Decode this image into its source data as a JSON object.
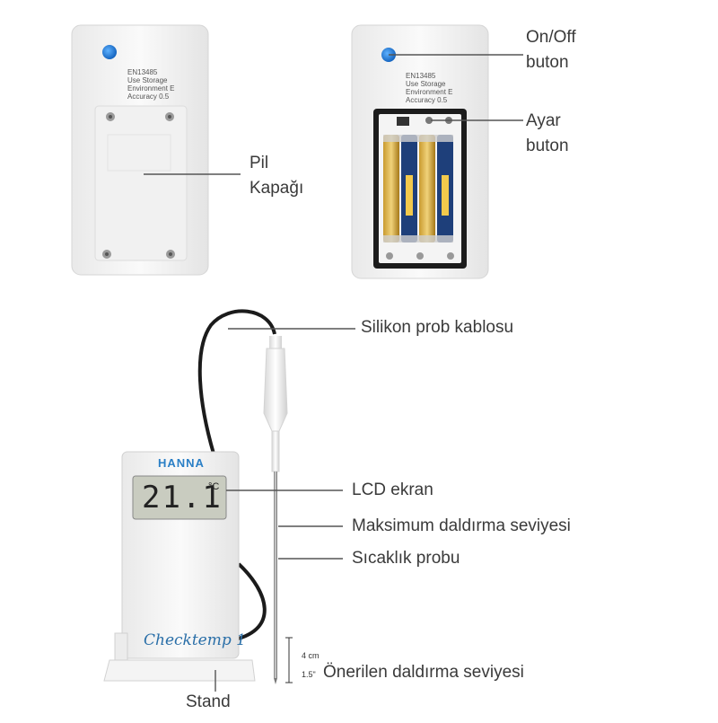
{
  "labels": {
    "battery_cover": [
      "Pil",
      "Kapağı"
    ],
    "on_off": [
      "On/Off",
      "buton"
    ],
    "adjust": [
      "Ayar",
      "buton"
    ],
    "probe_cable": "Silikon prob kablosu",
    "lcd": "LCD ekran",
    "max_immersion": "Maksimum daldırma seviyesi",
    "temp_probe": "Sıcaklık probu",
    "recommended_immersion": "Önerilen daldırma seviyesi",
    "stand": "Stand"
  },
  "device": {
    "brand": "HANNA",
    "model": "Checktemp 1",
    "reading": "21.1",
    "unit": "°C",
    "back_label": [
      "EN13485",
      "Use Storage",
      "Environment E",
      "Accuracy 0.5"
    ]
  },
  "dimensions": {
    "depth_cm": "4 cm",
    "depth_in": "1.5\""
  },
  "colors": {
    "line": "#555555",
    "text": "#3a3a3a",
    "button": "#1e88e5",
    "body": "#f3f3f3",
    "lcd": "#c9ccc0"
  }
}
